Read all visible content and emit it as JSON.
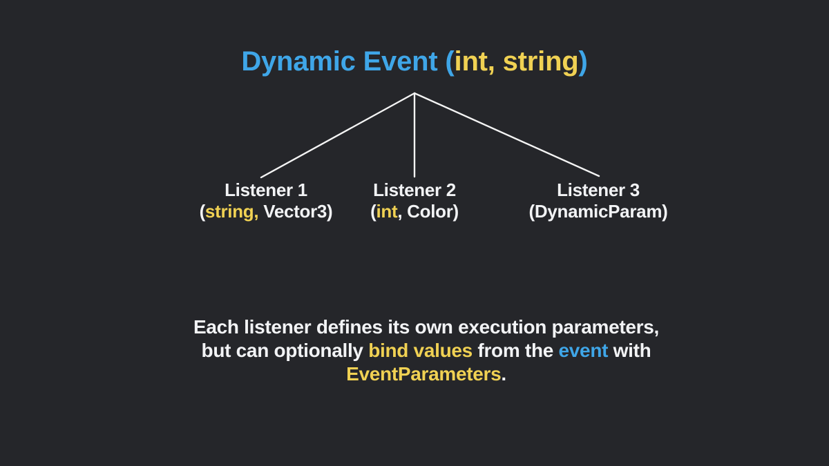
{
  "colors": {
    "background": "#25262a",
    "white": "#f2f3f5",
    "blue": "#3fa6e8",
    "yellow": "#f0d153",
    "line": "#f4f4f4"
  },
  "title": {
    "segments": [
      {
        "text": "Dynamic Event (",
        "color": "blue"
      },
      {
        "text": "int, string",
        "color": "yellow"
      },
      {
        "text": ")",
        "color": "blue"
      }
    ]
  },
  "listeners": [
    {
      "name": "Listener 1",
      "params": [
        {
          "text": "(",
          "color": "white"
        },
        {
          "text": "string,",
          "color": "yellow"
        },
        {
          "text": " Vector3)",
          "color": "white"
        }
      ]
    },
    {
      "name": "Listener 2",
      "params": [
        {
          "text": "(",
          "color": "white"
        },
        {
          "text": "int",
          "color": "yellow"
        },
        {
          "text": ", Color)",
          "color": "white"
        }
      ]
    },
    {
      "name": "Listener 3",
      "params": [
        {
          "text": "(DynamicParam)",
          "color": "white"
        }
      ]
    }
  ],
  "caption": {
    "lines": [
      [
        {
          "text": "Each listener defines its own execution parameters,",
          "color": "white"
        }
      ],
      [
        {
          "text": "but can optionally ",
          "color": "white"
        },
        {
          "text": "bind values",
          "color": "yellow"
        },
        {
          "text": " from the ",
          "color": "white"
        },
        {
          "text": "event",
          "color": "blue"
        },
        {
          "text": " with",
          "color": "white"
        }
      ],
      [
        {
          "text": "EventParameters",
          "color": "yellow"
        },
        {
          "text": ".",
          "color": "white"
        }
      ]
    ]
  }
}
